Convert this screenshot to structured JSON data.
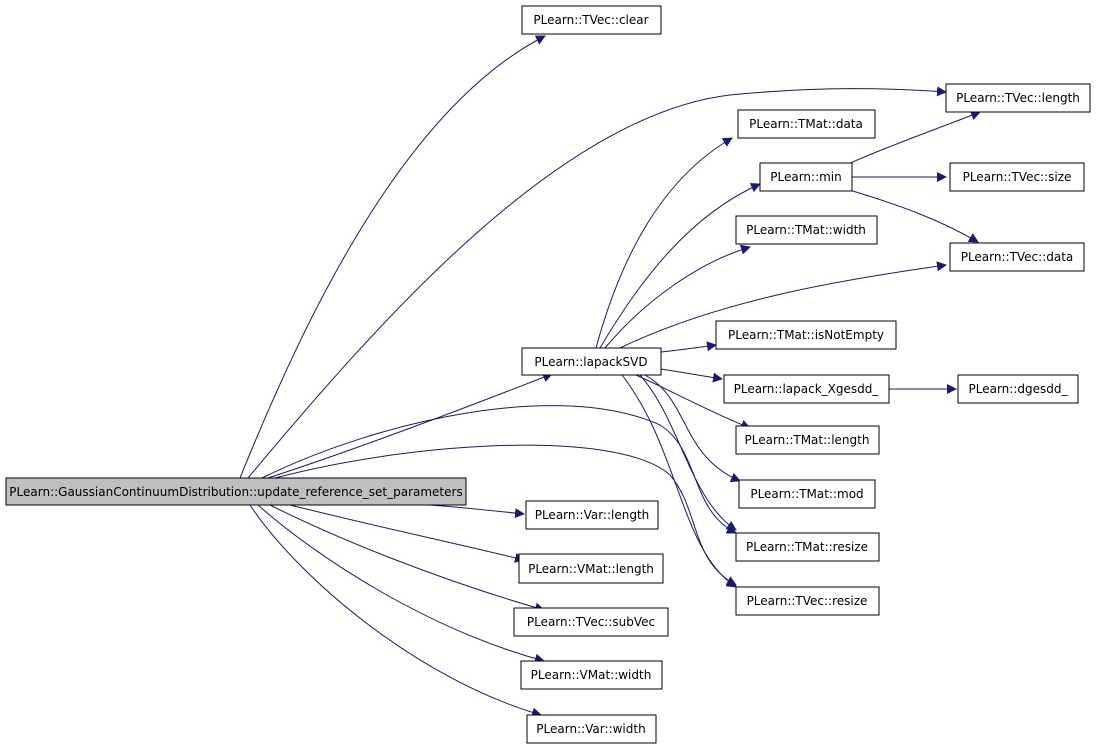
{
  "colors": {
    "edge": "#191970",
    "root_fill": "#bfbfbf",
    "node_fill": "#ffffff",
    "node_border": "#000000"
  },
  "nodes": {
    "root": "PLearn::GaussianContinuumDistribution::update_reference_set_parameters",
    "tvec_clear": "PLearn::TVec::clear",
    "tvec_length": "PLearn::TVec::length",
    "tmat_data": "PLearn::TMat::data",
    "min": "PLearn::min",
    "tvec_size": "PLearn::TVec::size",
    "tmat_width": "PLearn::TMat::width",
    "tvec_data": "PLearn::TVec::data",
    "tmat_isnotempty": "PLearn::TMat::isNotEmpty",
    "lapacksvd": "PLearn::lapackSVD",
    "lapack_xgesdd": "PLearn::lapack_Xgesdd_",
    "dgesdd": "PLearn::dgesdd_",
    "tmat_length": "PLearn::TMat::length",
    "tmat_mod": "PLearn::TMat::mod",
    "var_length": "PLearn::Var::length",
    "tmat_resize": "PLearn::TMat::resize",
    "vmat_length": "PLearn::VMat::length",
    "tvec_resize": "PLearn::TVec::resize",
    "tvec_subvec": "PLearn::TVec::subVec",
    "vmat_width": "PLearn::VMat::width",
    "var_width": "PLearn::Var::width"
  },
  "edges": [
    [
      "root",
      "tvec_clear"
    ],
    [
      "root",
      "tvec_length"
    ],
    [
      "root",
      "lapacksvd"
    ],
    [
      "root",
      "tmat_resize"
    ],
    [
      "root",
      "tvec_resize"
    ],
    [
      "root",
      "var_length"
    ],
    [
      "root",
      "vmat_length"
    ],
    [
      "root",
      "tvec_subvec"
    ],
    [
      "root",
      "vmat_width"
    ],
    [
      "root",
      "var_width"
    ],
    [
      "lapacksvd",
      "tmat_data"
    ],
    [
      "lapacksvd",
      "min"
    ],
    [
      "lapacksvd",
      "tmat_width"
    ],
    [
      "lapacksvd",
      "tvec_data"
    ],
    [
      "lapacksvd",
      "tmat_isnotempty"
    ],
    [
      "lapacksvd",
      "lapack_xgesdd"
    ],
    [
      "lapacksvd",
      "tmat_length"
    ],
    [
      "lapacksvd",
      "tmat_mod"
    ],
    [
      "lapacksvd",
      "tmat_resize"
    ],
    [
      "lapacksvd",
      "tvec_resize"
    ],
    [
      "min",
      "tvec_length"
    ],
    [
      "min",
      "tvec_size"
    ],
    [
      "min",
      "tvec_data"
    ],
    [
      "lapack_xgesdd",
      "dgesdd"
    ]
  ]
}
